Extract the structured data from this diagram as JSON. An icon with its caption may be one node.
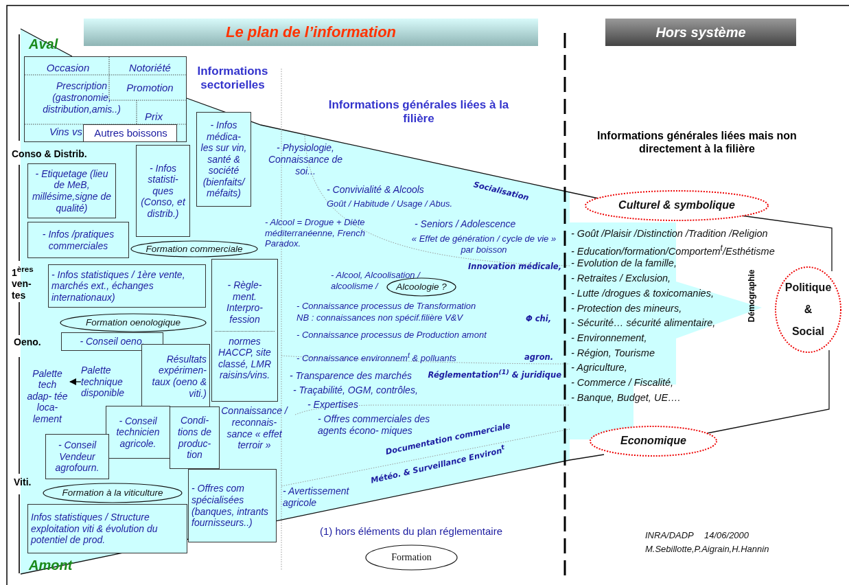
{
  "diagram": {
    "title": "Le plan de  l’information",
    "nodes": [
      {
        "text": [
          "Occasion",
          "Notoriété",
          "Prescription (gastronomie, distribution,amis..)",
          "Promotion",
          "Prix",
          "Vins vs"
        ]
      },
      {
        "text": [
          "Autres boissons"
        ],
        "in": 0
      },
      {
        "text": [
          "- Etiquetage (lieu de MeB, millésime,signe de qualité)"
        ]
      },
      {
        "text": [
          "- Infos statisti- ques (Conso, et distrib.)"
        ]
      },
      {
        "text": [
          "- Infos médica- les sur vin, santé & société (bienfaits/ méfaits)"
        ]
      },
      {
        "text": [
          "- Infos /pratiques commerciales"
        ]
      },
      {
        "text": [
          "Formation commerciale"
        ]
      },
      {
        "text": [
          "- Infos statistiques / 1ère vente, marchés ext., échanges internationaux)"
        ]
      },
      {
        "text": [
          "- Règle- ment. Interpro- fession",
          "normes HACCP, site classé, LMR raisins/vins."
        ]
      },
      {
        "text": [
          "Formation oenologique"
        ]
      },
      {
        "text": [
          "- Conseil  oeno."
        ]
      },
      {
        "text": [
          "Résultats expérimen- taux (oeno & viti.)"
        ]
      },
      {
        "text": [
          "Palette technique disponible"
        ]
      },
      {
        "text": [
          "Palette tech adap- tée loca- lement"
        ]
      },
      {
        "text": [
          "- Conseil technicien agricole."
        ]
      },
      {
        "text": [
          "Condi- tions de produc- tion"
        ]
      },
      {
        "text": [
          "- Conseil Vendeur agrofourn."
        ]
      },
      {
        "text": [
          "- Offres com spécialisées (banques, intrants fournisseurs..)"
        ]
      },
      {
        "text": [
          "Formation à la viticulture"
        ]
      },
      {
        "text": [
          "Infos statistiques / Structure exploitation viti & évolution du potentiel de prod."
        ]
      },
      {
        "text": [
          "Alcoologie ?"
        ]
      },
      {
        "text": [
          "Formation"
        ]
      },
      {
        "text": [
          "Culturel & symbolique"
        ]
      },
      {
        "text": [
          "Politique & Social"
        ]
      },
      {
        "text": [
          "Economique"
        ]
      }
    ],
    "edges": [
      {
        "from": 12,
        "to": 13,
        "arrow": "to"
      }
    ],
    "labels": [
      "Aval",
      "Hors système",
      "Informations sectorielles",
      "Informations générales liées à la filière",
      "Informations générales liées mais non directement à la filière",
      "Conso & Distrib.",
      "- Physiologie, Connaissance de soi...",
      "- Convivialité & Alcools",
      "Goût / Habitude / Usage / Abus.",
      "Socialisation",
      "- Alcool = Drogue + Diète méditerranéenne, French Paradox.",
      "- Seniors  / Adolescence",
      "« Effet de génération / cycle de vie »  par boisson",
      "Innovation médicale,",
      "1$^{ères}$ ven- tes",
      "- Alcool, Alcoolisation / alcoolisme /",
      "- Connaissance processus de Transformation",
      "NB : connaissances non spécif.filière V&V",
      "Φ chi,",
      "Oeno.",
      "- Connaissance processus de Production amont",
      "- Connaissance environnem$^{t}$ & polluants",
      "agron.",
      "- Transparence des marchés",
      "Réglementation$^{(1)}$ & juridique",
      "- Traçabilité, OGM, contrôles,",
      "- Expertises",
      "Connaissance / reconnais- sance « effet terroir »",
      "- Offres commerciales des agents écono- miques",
      "Documentation commerciale",
      "Météo. & Surveillance Environ$^{t}$",
      "Viti.",
      "- Avertissement agricole",
      "(1) hors éléments du plan réglementaire",
      "Amont",
      "- Goût /Plaisir /Distinction /Tradition /Religion",
      "- Education/formation/Comportem$^{t}$/Esthétisme",
      "- Evolution de la famille,",
      "- Retraites / Exclusion,",
      "- Lutte /drogues & toxicomanies,",
      "- Protection des mineurs,",
      "- Sécurité… sécurité alimentaire,",
      "- Environnement,",
      "- Région, Tourisme",
      "- Agriculture,",
      "- Commerce / Fiscalité,",
      "- Banque, Budget, UE….",
      "Démographie",
      "INRA/DADP",
      "14/06/2000",
      "M.Sebillotte,P.Aigrain,H.Hannin"
    ]
  }
}
